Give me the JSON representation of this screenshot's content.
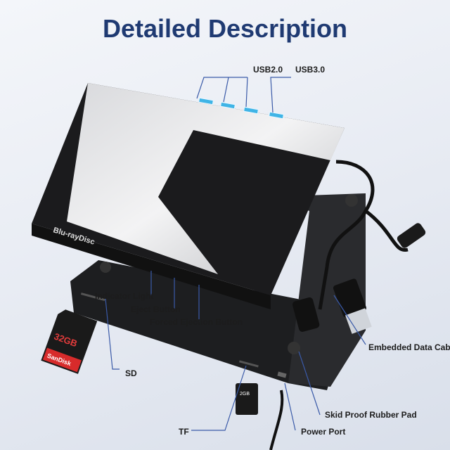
{
  "title": "Detailed Description",
  "device": {
    "logo_text": "Blu-rayDisc"
  },
  "callouts": {
    "usb2": "USB2.0",
    "usb3": "USB3.0",
    "indicator_light": "Indicator Light",
    "eject_button": "Eject Button",
    "forced_ejection_button": "Forced Ejection Button",
    "embedded_data_cable": "Embedded Data Cable",
    "sd": "SD",
    "skid_pad": "Skid Proof Rubber Pad",
    "tf": "TF",
    "power_port": "Power Port"
  },
  "cards": {
    "sd_brand": "SanDisk",
    "sd_capacity": "32GB",
    "tf_capacity": "2GB"
  },
  "colors": {
    "title": "#1f3a72",
    "usb_port": "#3fb4e6",
    "callout_line": "#3a5aa8"
  }
}
